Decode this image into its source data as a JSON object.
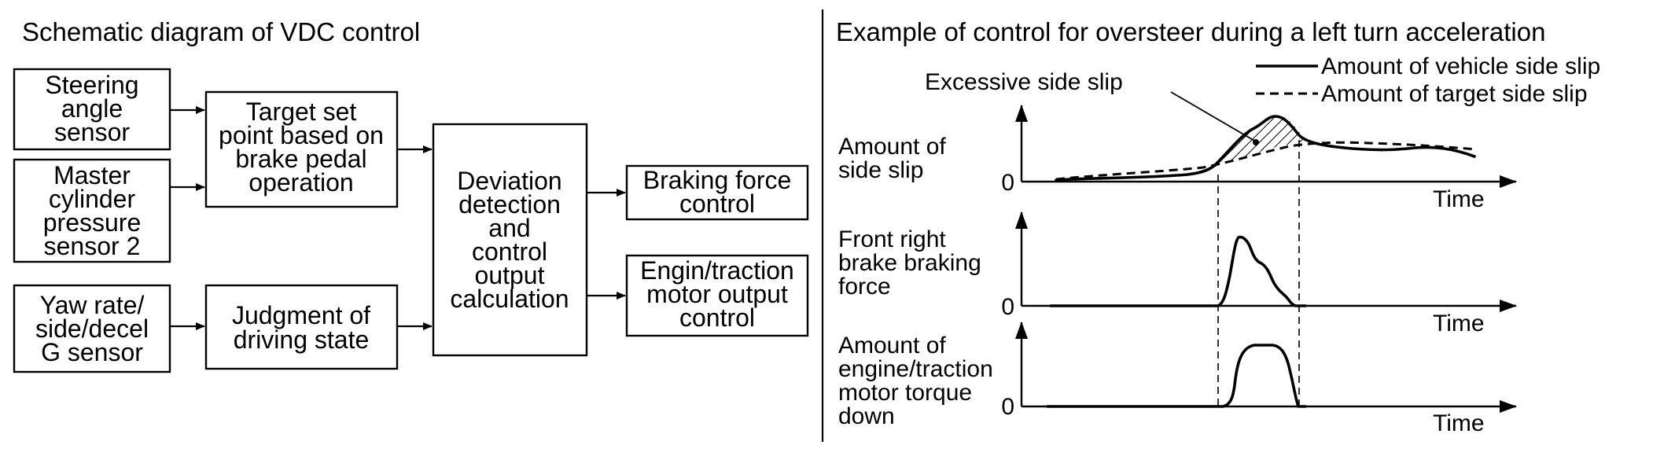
{
  "left_panel": {
    "title": "Schematic diagram of VDC control",
    "boxes": {
      "steering": [
        "Steering",
        "angle",
        "sensor"
      ],
      "master": [
        "Master",
        "cylinder",
        "pressure",
        "sensor 2"
      ],
      "yaw": [
        "Yaw rate/",
        "side/decel",
        "G sensor"
      ],
      "target": [
        "Target set",
        "point based on",
        "brake pedal",
        "operation"
      ],
      "judgment": [
        "Judgment of",
        "driving state"
      ],
      "deviation": [
        "Deviation",
        "detection",
        "and",
        "control",
        "output",
        "calculation"
      ],
      "braking": [
        "Braking force",
        "control"
      ],
      "engin": [
        "Engin/traction",
        "motor output",
        "control"
      ]
    }
  },
  "right_panel": {
    "title": "Example of control for oversteer during a left turn acceleration",
    "legend": {
      "solid": "Amount of vehicle side slip",
      "dashed": "Amount of target side slip"
    },
    "annotation": "Excessive side slip",
    "graphs": {
      "slip": {
        "ylabel": [
          "Amount of",
          "side slip"
        ],
        "zero": "0",
        "xlabel": "Time"
      },
      "brake": {
        "ylabel": [
          "Front right",
          "brake braking",
          "force"
        ],
        "zero": "0",
        "xlabel": "Time"
      },
      "torque": {
        "ylabel": [
          "Amount of",
          "engine/traction",
          "motor torque",
          "down"
        ],
        "zero": "0",
        "xlabel": "Time"
      }
    }
  }
}
